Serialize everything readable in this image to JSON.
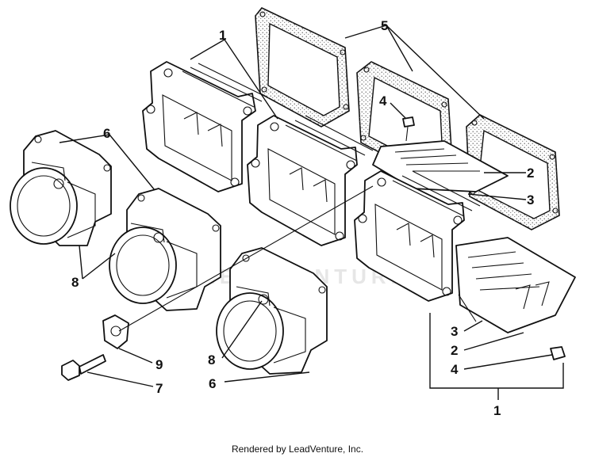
{
  "callouts": [
    {
      "id": "c1-top",
      "text": "1"
    },
    {
      "id": "c5",
      "text": "5"
    },
    {
      "id": "c4-top",
      "text": "4"
    },
    {
      "id": "c6-top",
      "text": "6"
    },
    {
      "id": "c2-right",
      "text": "2"
    },
    {
      "id": "c3-right",
      "text": "3"
    },
    {
      "id": "c8-left",
      "text": "8"
    },
    {
      "id": "c8-mid",
      "text": "8"
    },
    {
      "id": "c9",
      "text": "9"
    },
    {
      "id": "c7",
      "text": "7"
    },
    {
      "id": "c6-bottom",
      "text": "6"
    },
    {
      "id": "c3-bottom",
      "text": "3"
    },
    {
      "id": "c2-bottom",
      "text": "2"
    },
    {
      "id": "c4-bottom",
      "text": "4"
    },
    {
      "id": "c1-bottom",
      "text": "1"
    }
  ],
  "watermark": "LEADVENTURE",
  "footer": "Rendered by LeadVenture, Inc."
}
